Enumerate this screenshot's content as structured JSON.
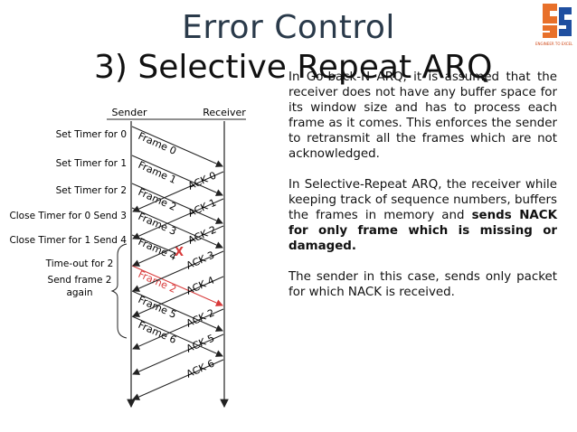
{
  "title": {
    "line1": "Error Control",
    "line2": "3) Selective Repeat ARQ"
  },
  "logo": {
    "caption": "ENGINEER TO EXCEL",
    "colors": {
      "orange": "#e8702a",
      "blue": "#1f4fa0"
    }
  },
  "description": {
    "p1": "In Go-back-N ARQ, it is assumed that the receiver does not have any buffer space for its window size and has to process each frame as it comes. This enforces the sender to retransmit all the frames which are not acknowledged.",
    "p2_pre": "In Selective-Repeat ARQ, the receiver while keeping track of sequence numbers, buffers the frames in memory and ",
    "p2_bold": "sends NACK for only frame which is missing or damaged.",
    "p3": "The sender in this case, sends only packet for which NACK is received."
  },
  "diagram": {
    "sender_label": "Sender",
    "receiver_label": "Receiver",
    "sender_notes": [
      "Set Timer for 0",
      "Set Timer for 1",
      "Set Timer for 2",
      "Close Timer for 0 Send 3",
      "Close Timer for 1 Send 4"
    ],
    "timeout_note": [
      "Time-out for 2",
      "Send frame 2",
      "again"
    ],
    "frames": [
      "Frame 0",
      "Frame 1",
      "Frame 2",
      "Frame 3",
      "Frame 4",
      "Frame 2",
      "Frame 5",
      "Frame 6"
    ],
    "acks": [
      "ACK 0",
      "ACK 1",
      "ACK 2",
      "ACK 3",
      "ACK 4",
      "ACK 2",
      "ACK 5",
      "ACK 6"
    ],
    "lost_marker": "X",
    "colors": {
      "line": "#222222",
      "retransmit": "#d83a3a",
      "lost": "#d83a3a"
    }
  }
}
